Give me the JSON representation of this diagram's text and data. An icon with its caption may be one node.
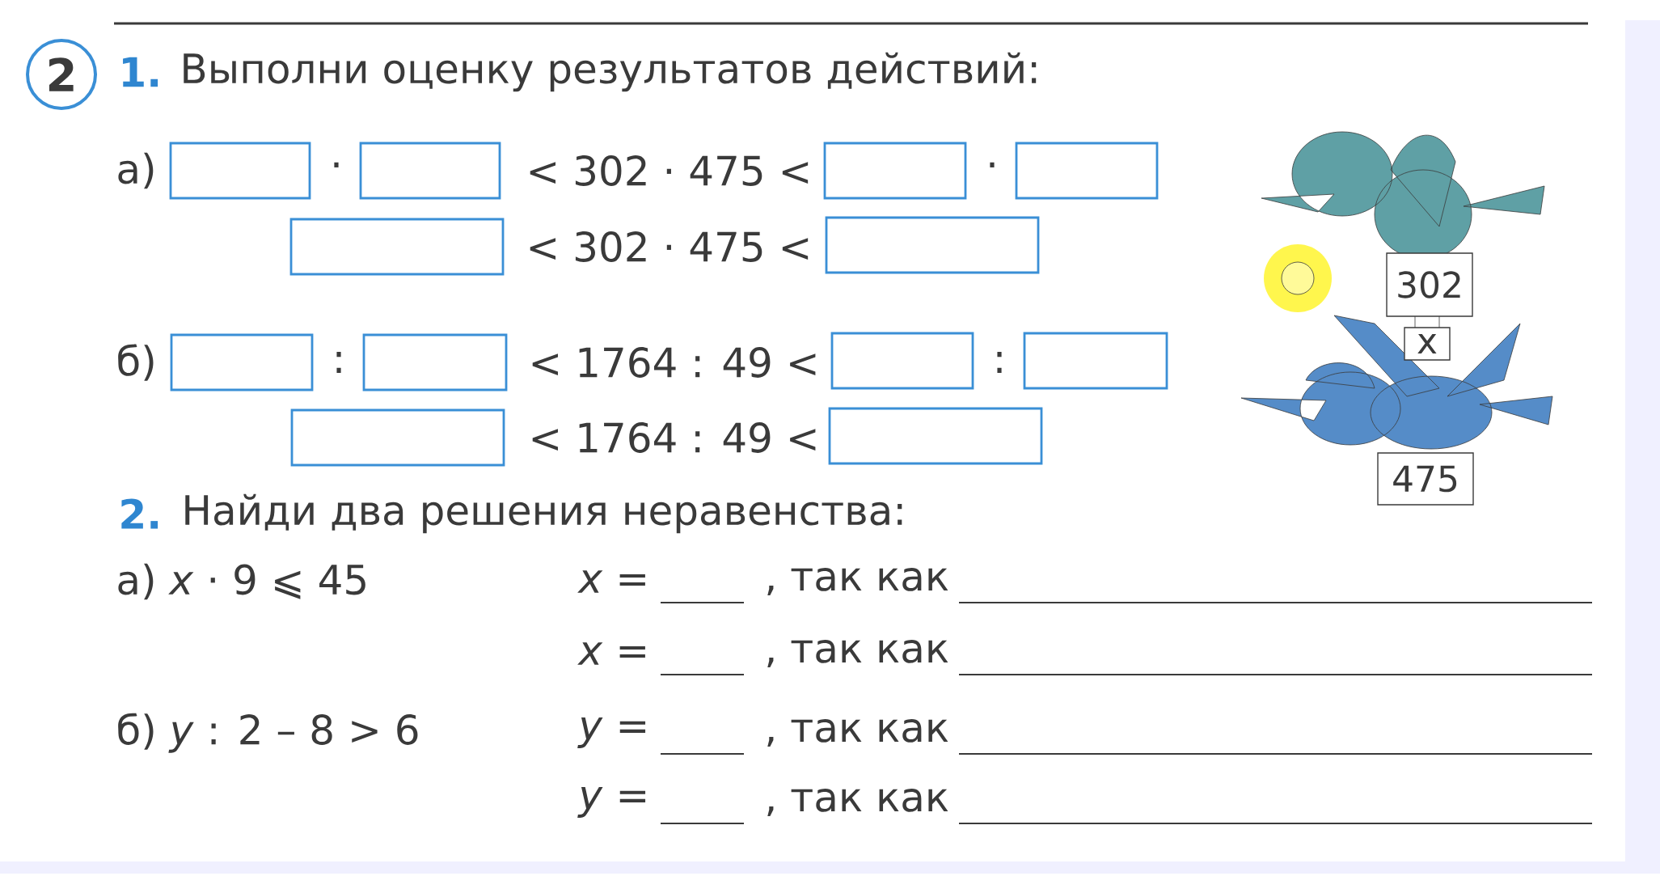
{
  "diagram": {
    "nodes": [
      {
        "text": [
          "2"
        ]
      },
      {
        "text": [],
        "shape": "box"
      },
      {
        "text": [],
        "shape": "box"
      },
      {
        "text": [],
        "shape": "box"
      },
      {
        "text": [],
        "shape": "box"
      },
      {
        "text": [],
        "shape": "box"
      },
      {
        "text": [],
        "shape": "box"
      },
      {
        "text": [],
        "shape": "box"
      },
      {
        "text": [],
        "shape": "box"
      },
      {
        "text": [],
        "shape": "box"
      },
      {
        "text": [],
        "shape": "box"
      },
      {
        "text": [],
        "shape": "box"
      },
      {
        "text": [],
        "shape": "box"
      },
      {
        "text": [
          "302"
        ]
      },
      {
        "text": [
          "x"
        ]
      },
      {
        "text": [
          "475"
        ]
      }
    ],
    "labels": [
      "1.",
      "Выполни оценку результатов действий:",
      "а)",
      "·",
      "< 302 · 475 <",
      "·",
      "< 302 · 475 <",
      "б)",
      ":",
      "< 1764 : 49 <",
      ":",
      "< 1764 : 49 <",
      "2.",
      "Найди два решения неравенства:",
      "а) *x* · 9 ⩽ 45",
      "*x* =",
      ", так как",
      "*x* =",
      ", так как",
      "б) *y* : 2 – 8 > 6",
      "*y* =",
      ", так как",
      "*y* =",
      ", так как"
    ]
  }
}
